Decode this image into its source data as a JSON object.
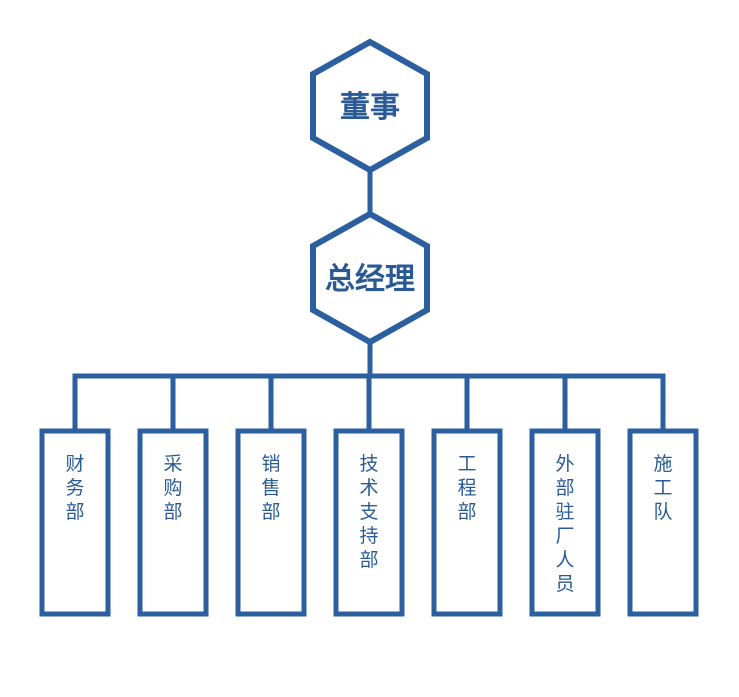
{
  "colors": {
    "stroke": "#2b5fa0",
    "text": "#2a5a96",
    "background": "#ffffff"
  },
  "top_nodes": [
    {
      "id": "board",
      "label": "董事"
    },
    {
      "id": "general-manager",
      "label": "总经理"
    }
  ],
  "departments": [
    {
      "id": "finance",
      "label": "财务部"
    },
    {
      "id": "procurement",
      "label": "采购部"
    },
    {
      "id": "sales",
      "label": "销售部"
    },
    {
      "id": "tech-support",
      "label": "技术支持部"
    },
    {
      "id": "engineering",
      "label": "工程部"
    },
    {
      "id": "external-staff",
      "label": "外部驻厂人员"
    },
    {
      "id": "construction-team",
      "label": "施工队"
    }
  ]
}
